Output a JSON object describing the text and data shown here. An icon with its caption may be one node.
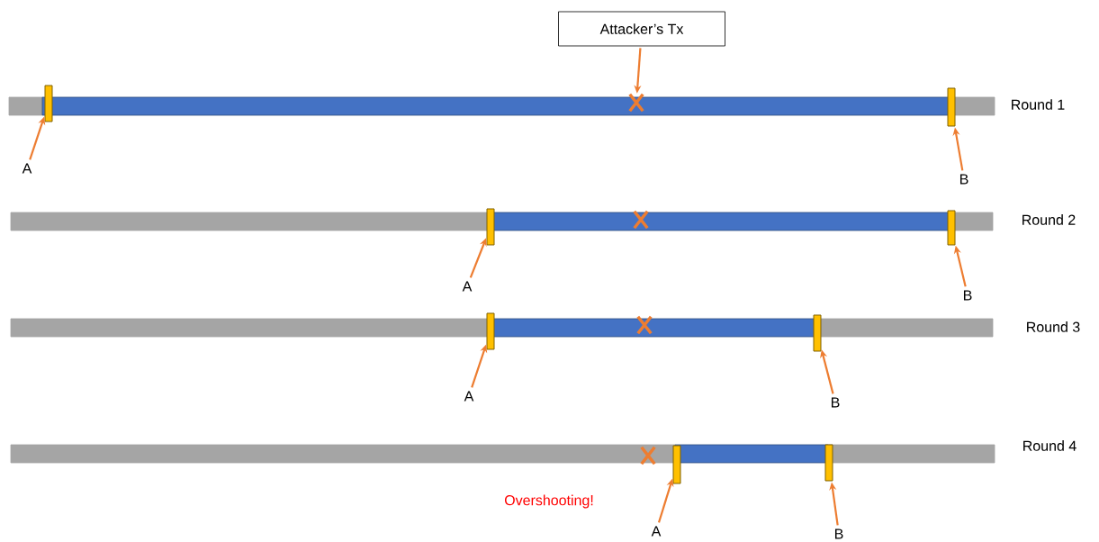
{
  "diagram": {
    "nodes": [
      {
        "text": [
          "Attacker’s Tx"
        ]
      },
      {
        "text": [],
        "shape": "cross"
      },
      {
        "text": [],
        "shape": "bar"
      },
      {
        "text": [],
        "shape": "bar"
      },
      {
        "text": [
          "A"
        ]
      },
      {
        "text": [
          "B"
        ]
      },
      {
        "text": [],
        "shape": "bar"
      },
      {
        "text": [],
        "shape": "bar"
      },
      {
        "text": [
          "A"
        ]
      },
      {
        "text": [
          "B"
        ]
      },
      {
        "text": [],
        "shape": "bar"
      },
      {
        "text": [],
        "shape": "bar"
      },
      {
        "text": [
          "A"
        ]
      },
      {
        "text": [
          "B"
        ]
      },
      {
        "text": [],
        "shape": "bar"
      },
      {
        "text": [],
        "shape": "bar"
      },
      {
        "text": [
          "A"
        ]
      },
      {
        "text": [
          "B"
        ]
      }
    ],
    "edges": [
      {
        "from": 0,
        "to": 1,
        "arrow": "to"
      },
      {
        "from": 4,
        "to": 2,
        "arrow": "to"
      },
      {
        "from": 5,
        "to": 3,
        "arrow": "to"
      },
      {
        "from": 8,
        "to": 6,
        "arrow": "to"
      },
      {
        "from": 9,
        "to": 7,
        "arrow": "to"
      },
      {
        "from": 12,
        "to": 10,
        "arrow": "to"
      },
      {
        "from": 13,
        "to": 11,
        "arrow": "to"
      },
      {
        "from": 16,
        "to": 14,
        "arrow": "to"
      },
      {
        "from": 17,
        "to": 15,
        "arrow": "to"
      }
    ],
    "labels": [
      "Round 1",
      "Round 2",
      "Round 3",
      "Round 4",
      "Overshooting!"
    ]
  }
}
